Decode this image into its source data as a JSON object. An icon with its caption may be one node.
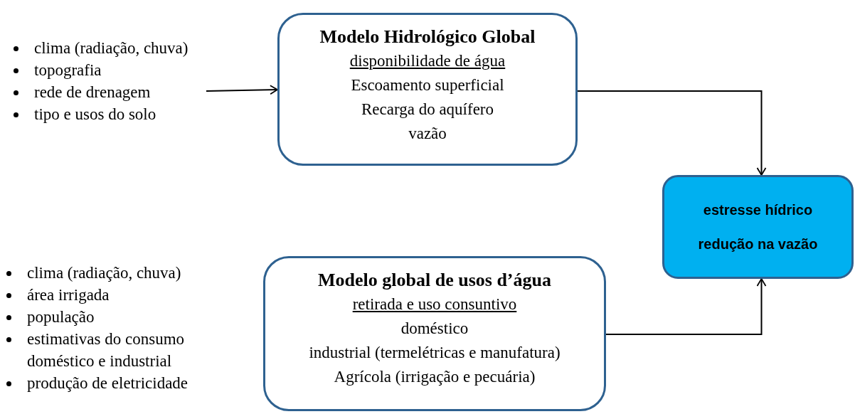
{
  "diagram": {
    "nodes": [
      {
        "text": [
          "clima (radiação, chuva)",
          "topografia",
          "rede de drenagem",
          "tipo e usos do solo"
        ]
      },
      {
        "text": [
          "Modelo Hidrológico Global",
          "disponibilidade de água",
          "Escoamento superficial",
          "Recarga do aquífero",
          "vazão"
        ]
      },
      {
        "text": [
          "estresse hídrico",
          "redução na vazão"
        ]
      },
      {
        "text": [
          "Modelo global de usos d’água",
          "retirada e uso consuntivo",
          "doméstico",
          "industrial (termelétricas e manufatura)",
          "Agrícola (irrigação e pecuária)"
        ]
      }
    ],
    "edges": [
      {
        "from": 0,
        "to": 1,
        "arrow": "to"
      },
      {
        "from": 1,
        "to": 2,
        "arrow": "to"
      },
      {
        "from": 3,
        "to": 2,
        "arrow": "to"
      }
    ],
    "labels": [
      "clima (radiação, chuva)",
      "área irrigada",
      "população",
      "estimativas do consumo doméstico e industrial",
      "produção de eletricidade"
    ]
  }
}
